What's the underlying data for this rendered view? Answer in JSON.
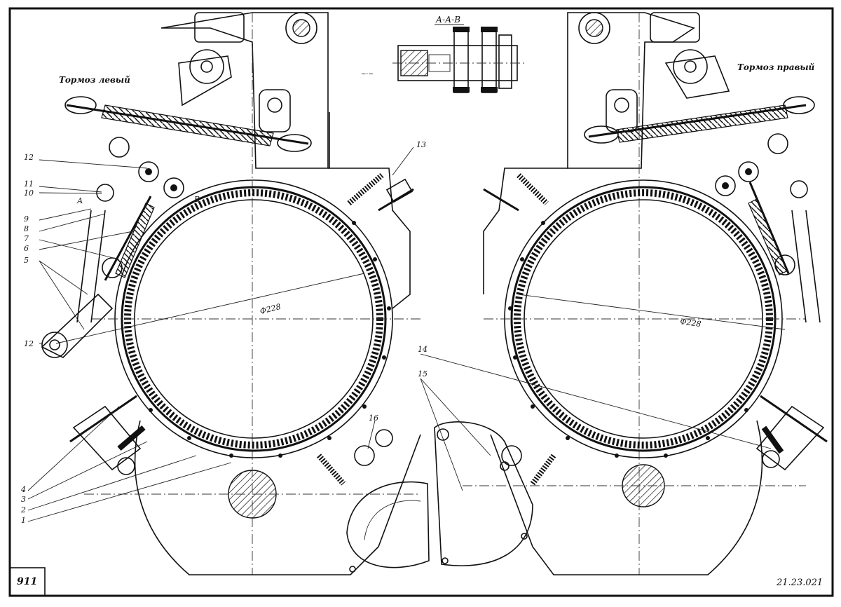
{
  "sheet_number": "911",
  "drawing_code": "21.23.021",
  "section_label": "А-А-В",
  "left_title": "Тормоз левый",
  "right_title": "Тормоз правый",
  "diameter_left": "Ф228",
  "diameter_right": "Ф228",
  "point_a": "А",
  "point_b": "В",
  "callouts": {
    "c1": "1",
    "c2": "2",
    "c3": "3",
    "c4": "4",
    "c5": "5",
    "c6": "6",
    "c7": "7",
    "c8": "8",
    "c9": "9",
    "c10": "10",
    "c11": "11",
    "c12": "12",
    "c13": "13",
    "c14": "14",
    "c15": "15",
    "c16": "16"
  }
}
